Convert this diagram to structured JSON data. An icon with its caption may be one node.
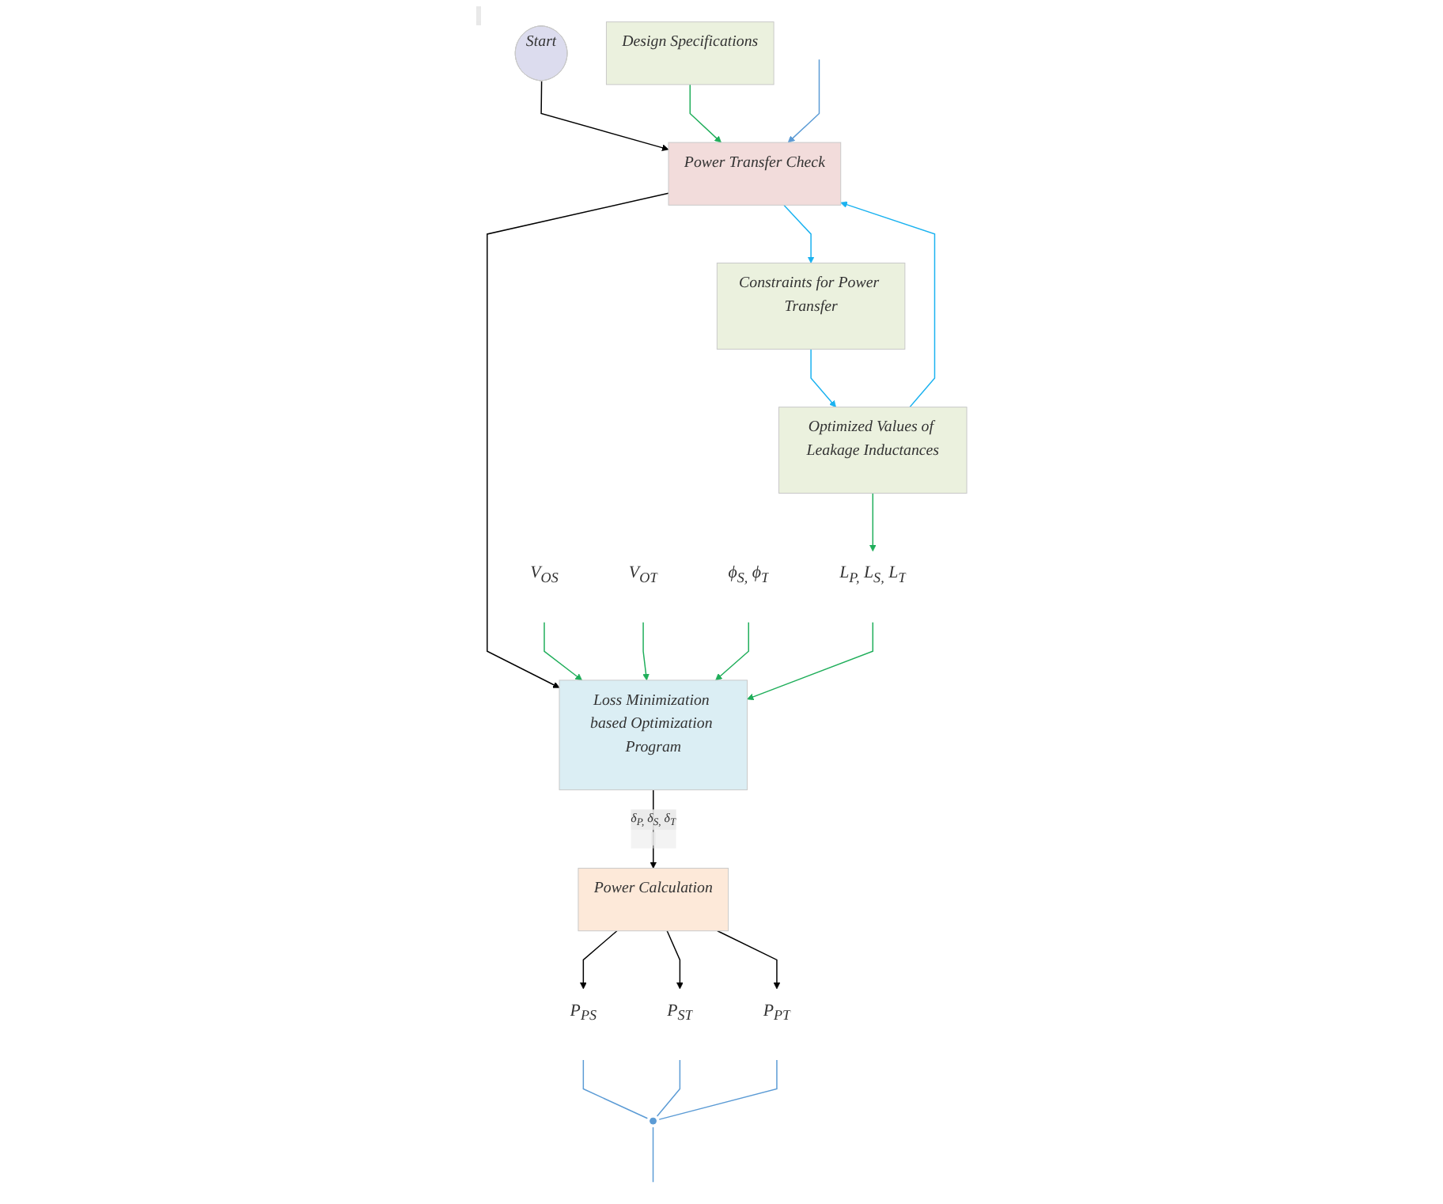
{
  "diagram": {
    "nodes": [
      {
        "text": [
          "Start"
        ]
      },
      {
        "text": [
          "Design Specifications"
        ]
      },
      {
        "text": [
          "Power Transfer Check"
        ]
      },
      {
        "text": [
          "Constraints for Power Transfer"
        ]
      },
      {
        "text": [
          "Optimized Values of Leakage Inductances"
        ]
      },
      {
        "text": [
          "V$_{OS}$"
        ]
      },
      {
        "text": [
          "V$_{OT}$"
        ]
      },
      {
        "text": [
          "ϕ$_{S,}$ ϕ$_{T}$"
        ]
      },
      {
        "text": [
          "Loss Minimization based Optimization Program"
        ]
      },
      {
        "text": [
          "L$_{P,}$ L$_{S,}$ L$_{T}$"
        ]
      },
      {
        "text": [
          "Power Calculation"
        ]
      },
      {
        "text": [
          "P$_{PS}$"
        ]
      },
      {
        "text": [
          "P$_{ST}$"
        ]
      },
      {
        "text": [
          "P$_{PT}$"
        ]
      },
      {
        "text": [],
        "shape": "bracket"
      }
    ],
    "edges": [
      {
        "from": 0,
        "to": 2,
        "arrow": "to"
      },
      {
        "from": 1,
        "to": 2,
        "arrow": "to",
        "color": "#1fae5a"
      },
      {
        "from": 2,
        "to": 3,
        "arrow": "to",
        "color": "#1ab2f0"
      },
      {
        "from": 3,
        "to": 4,
        "arrow": "to",
        "color": "#1ab2f0"
      },
      {
        "from": 4,
        "to": 2,
        "arrow": "to",
        "color": "#1ab2f0"
      },
      {
        "from": 2,
        "to": 8,
        "arrow": "to"
      },
      {
        "from": 5,
        "to": 8,
        "arrow": "to",
        "color": "#1fae5a"
      },
      {
        "from": 6,
        "to": 8,
        "arrow": "to",
        "color": "#1fae5a"
      },
      {
        "from": 7,
        "to": 8,
        "arrow": "to",
        "color": "#1fae5a"
      },
      {
        "from": 4,
        "to": 9,
        "arrow": "to",
        "color": "#1fae5a"
      },
      {
        "from": 9,
        "to": 8,
        "arrow": "to",
        "color": "#1fae5a"
      },
      {
        "from": 8,
        "to": 10,
        "arrow": "to",
        "label": "δ$_{P,}$ δ$_{S,}$ δ$_{T}$"
      },
      {
        "from": 10,
        "to": 11,
        "arrow": "to"
      },
      {
        "from": 10,
        "to": 12,
        "arrow": "to"
      },
      {
        "from": 10,
        "to": 13,
        "arrow": "to"
      },
      {
        "from": 11,
        "to": 14,
        "arrow": "none",
        "color": "#5b9bd5"
      },
      {
        "from": 12,
        "to": 14,
        "arrow": "none",
        "color": "#5b9bd5"
      },
      {
        "from": 13,
        "to": 14,
        "arrow": "none",
        "color": "#5b9bd5"
      },
      {
        "from": 14,
        "to": null,
        "arrow": "none",
        "color": "#5b9bd5"
      },
      {
        "from": null,
        "to": 2,
        "arrow": "to",
        "color": "#5b9bd5"
      }
    ]
  }
}
